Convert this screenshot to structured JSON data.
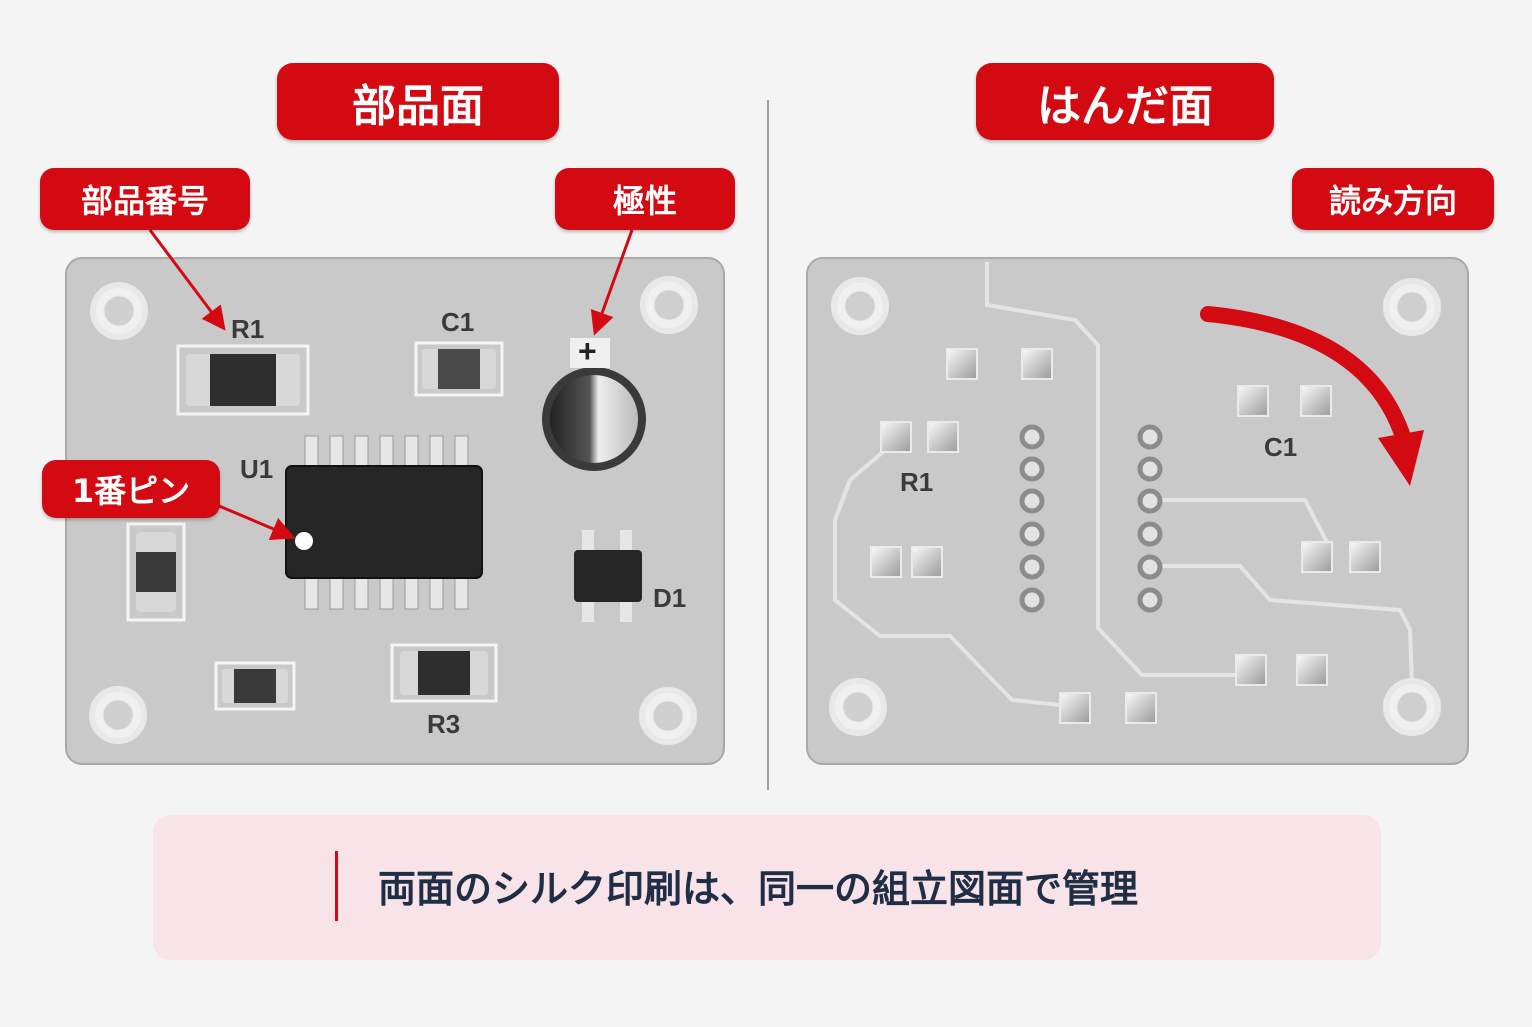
{
  "left_panel": {
    "title": "部品面",
    "callouts": {
      "ref_designator": "部品番号",
      "polarity": "極性",
      "pin1": "1番ピン"
    },
    "silkscreen": {
      "r1": "R1",
      "c1": "C1",
      "u1": "U1",
      "d1": "D1",
      "r3": "R3",
      "plus": "+"
    }
  },
  "right_panel": {
    "title": "はんだ面",
    "callouts": {
      "read_direction": "読み方向"
    },
    "silkscreen": {
      "r1": "R1",
      "c1": "C1"
    }
  },
  "banner": {
    "icon": "document-icon",
    "text": "両面のシルク印刷は、同一の組立図面で管理"
  },
  "colors": {
    "accent": "#d40a12",
    "board": "#c9c9c9",
    "banner_bg": "#f7e3e8",
    "banner_text": "#1f2d45"
  }
}
